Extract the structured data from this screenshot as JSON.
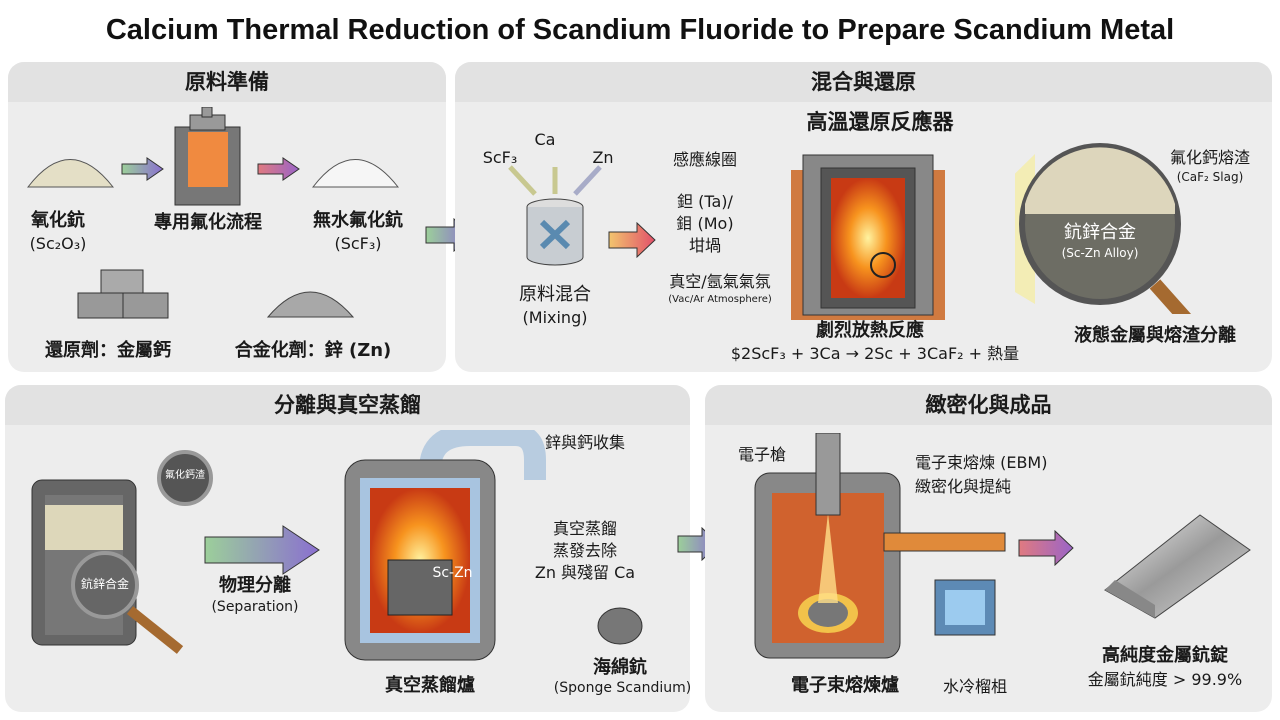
{
  "title": "Calcium Thermal Reduction of Scandium Fluoride to Prepare Scandium Metal",
  "panel1": {
    "header": "原料準備",
    "sc2o3": "氧化鈧",
    "sc2o3_formula": "(Sc₂O₃)",
    "process": "專用氟化流程",
    "scf3": "無水氟化鈧",
    "scf3_formula": "(ScF₃)",
    "reductant": "還原劑：金屬鈣",
    "alloying": "合金化劑：鋅 (Zn)"
  },
  "panel2": {
    "header": "混合與還原",
    "reactor_title": "高溫還原反應器",
    "in_scf3": "ScF₃",
    "in_ca": "Ca",
    "in_zn": "Zn",
    "mixing": "原料混合",
    "mixing_en": "(Mixing)",
    "coil": "感應線圈",
    "crucible_1": "鉭 (Ta)/",
    "crucible_2": "鉬 (Mo)",
    "crucible_3": "坩堝",
    "atmosphere": "真空/氬氣氣氛",
    "atmosphere_en": "(Vac/Ar Atmosphere)",
    "reaction": "劇烈放熱反應",
    "equation": "$2ScF₃ + 3Ca → 2Sc + 3CaF₂ + 熱量",
    "slag": "氟化鈣熔渣",
    "slag_en": "(CaF₂ Slag)",
    "alloy": "鈧鋅合金",
    "alloy_en": "(Sc-Zn Alloy)",
    "separation": "液態金屬與熔渣分離"
  },
  "panel3": {
    "header": "分離與真空蒸餾",
    "slag_small": "氟化鈣渣",
    "alloy_small": "鈧鋅合金",
    "phys_sep": "物理分離",
    "phys_sep_en": "(Separation)",
    "collect": "鋅與鈣收集",
    "distill_1": "真空蒸餾",
    "distill_2": "蒸發去除",
    "distill_3": "Zn 與殘留 Ca",
    "sczn": "Sc-Zn",
    "furnace": "真空蒸餾爐",
    "sponge": "海綿鈧",
    "sponge_en": "(Sponge Scandium)"
  },
  "panel4": {
    "header": "緻密化與成品",
    "gun": "電子槍",
    "ebm_1": "電子束熔煉 (EBM)",
    "ebm_2": "緻密化與提純",
    "furnace": "電子束熔煉爐",
    "hearth": "水冷榴柤",
    "ingot": "高純度金屬鈧錠",
    "purity": "金屬鈧純度 > 99.9%"
  },
  "colors": {
    "panel": "#ededed",
    "header": "#e2e2e2",
    "fire": "#f07a1e",
    "arrow_purple": "#8a6fd0",
    "arrow_teal": "#7fb8a8"
  }
}
